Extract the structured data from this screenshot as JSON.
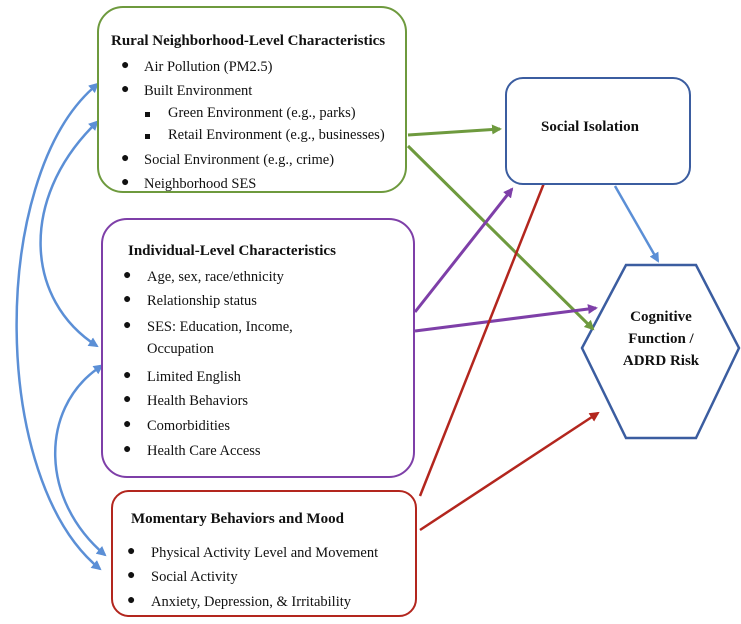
{
  "rural": {
    "title": "Rural Neighborhood-Level Characteristics",
    "items": [
      "Air Pollution (PM2.5)",
      "Built Environment",
      "Social Environment (e.g., crime)",
      "Neighborhood SES"
    ],
    "subitems": [
      "Green Environment (e.g., parks)",
      "Retail Environment (e.g., businesses)"
    ]
  },
  "individual": {
    "title": "Individual-Level Characteristics",
    "items": [
      "Age, sex, race/ethnicity",
      "Relationship status",
      "SES: Education, Income,",
      "Limited English",
      "Health Behaviors",
      "Comorbidities",
      "Health Care Access"
    ],
    "ses_continuation": "Occupation"
  },
  "momentary": {
    "title": "Momentary Behaviors and Mood",
    "items": [
      "Physical Activity Level and Movement",
      "Social Activity",
      "Anxiety, Depression, & Irritability"
    ]
  },
  "social_isolation": {
    "title": "Social Isolation"
  },
  "cognitive": {
    "line1": "Cognitive",
    "line2": "Function /",
    "line3": "ADRD Risk"
  },
  "colors": {
    "green": "#6e9a3e",
    "purple": "#7e3fa8",
    "red": "#b3261e",
    "blue": "#3b5da0",
    "light_blue": "#5b8fd6"
  }
}
